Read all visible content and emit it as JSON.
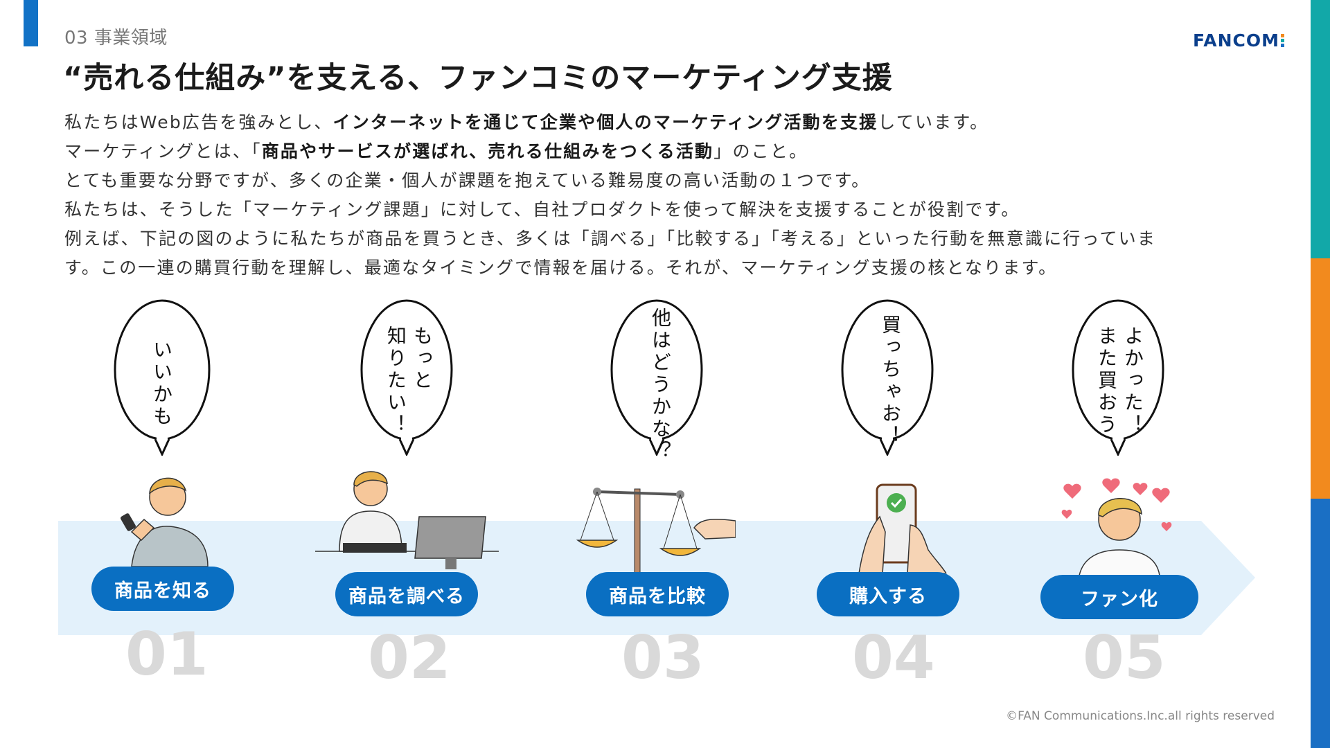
{
  "header": {
    "section_label": "03 事業領域",
    "title": "“売れる仕組み”を支える、ファンコミのマーケティング支援",
    "logo_text": "FANCOM"
  },
  "body": {
    "l1a": "私たちはWeb広告を強みとし、",
    "l1b": "インターネットを通じて企業や個人のマーケティング活動を支援",
    "l1c": "しています。",
    "l2a": "マーケティングとは、「",
    "l2b": "商品やサービスが選ばれ、売れる仕組みをつくる活動",
    "l2c": "」のこと。",
    "l3": "とても重要な分野ですが、多くの企業・個人が課題を抱えている難易度の高い活動の１つです。",
    "l4": "私たちは、そうした「マーケティング課題」に対して、自社プロダクトを使って解決を支援することが役割です。",
    "l5": "例えば、下記の図のように私たちが商品を買うとき、多くは「調べる」「比較する」「考える」といった行動を無意識に行っていま",
    "l6": "す。この一連の購買行動を理解し、最適なタイミングで情報を届ける。それが、マーケティング支援の核となります。"
  },
  "steps": [
    {
      "bubble": "いいかも",
      "label": "商品を知る",
      "num": "01"
    },
    {
      "bubble": "もっと\n知りたい！",
      "label": "商品を調べる",
      "num": "02"
    },
    {
      "bubble": "他はどうかな？",
      "label": "商品を比較",
      "num": "03"
    },
    {
      "bubble": "買っちゃお！",
      "label": "購入する",
      "num": "04"
    },
    {
      "bubble": "よかった！\nまた買おう",
      "label": "ファン化",
      "num": "05"
    }
  ],
  "footer": {
    "copyright": "©FAN Communications.Inc.all rights reserved"
  },
  "colors": {
    "accent_blue": "#1272c6",
    "pill_blue": "#0a6fc2",
    "band": "#e3f1fb",
    "stripe_teal": "#12a8a8",
    "stripe_orange": "#f28a1e",
    "stripe_blue": "#1a6fc4",
    "number_gray": "#d9d9d9"
  },
  "icons": [
    "person-phone-icon",
    "person-computer-icon",
    "balance-scale-icon",
    "hand-phone-check-icon",
    "person-hearts-icon",
    "speech-bubble-icon"
  ]
}
